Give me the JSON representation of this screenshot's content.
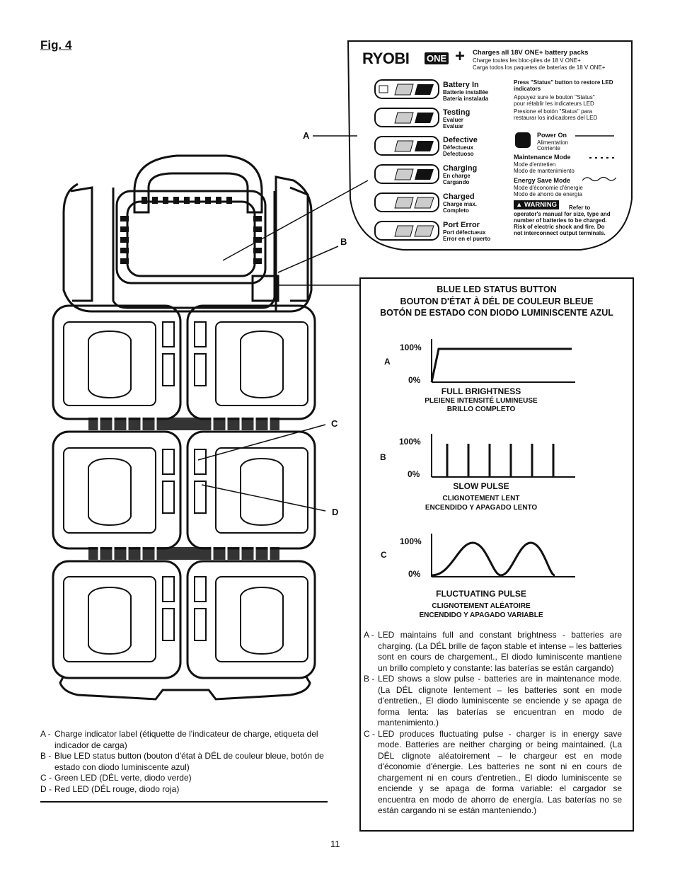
{
  "figure": {
    "title": "Fig. 4"
  },
  "callouts": {
    "a": "A",
    "b": "B",
    "c": "C",
    "d": "D"
  },
  "label": {
    "brand": "RYOBI",
    "one_plus": "ONE",
    "charges_en": "Charges all 18V ONE+ battery packs",
    "charges_fr": "Charge toutes les bloc-piles de 18 V ONE+",
    "charges_es": "Carga todos los paquetes de baterías de 18 V ONE+",
    "states": [
      {
        "en": "Battery In",
        "fr": "Batterie installée",
        "es": "Batería instalada"
      },
      {
        "en": "Testing",
        "fr": "Evaluer",
        "es": "Evaluar"
      },
      {
        "en": "Defective",
        "fr": "Défectueux",
        "es": "Defectuoso"
      },
      {
        "en": "Charging",
        "fr": "En charge",
        "es": "Cargando"
      },
      {
        "en": "Charged",
        "fr": "Charge max.",
        "es": "Completo"
      },
      {
        "en": "Port Error",
        "fr": "Port défectueux",
        "es": "Error en el puerto"
      }
    ],
    "status_en": "Press \"Status\" button to restore LED indicators",
    "status_fr": "Appuyez sure le bouton \"Status\" pour rétablir les indicateurs LED",
    "status_es": "Presione el botón \"Status\" para restaurar los indicadores del LED",
    "power_on": "Power On",
    "power_on_fr": "Alimentation",
    "power_on_es": "Corriente",
    "maintenance": "Maintenance Mode",
    "maintenance_fr": "Mode d'entretien",
    "maintenance_es": "Modo de mantenimiento",
    "energy": "Energy Save Mode",
    "energy_fr": "Mode d'économie d'énergie",
    "energy_es": "Modo de ahorro de energía",
    "warning": "WARNING",
    "warning_text": "Refer to operator's manual for size, type and number of batteries to be charged. Risk of electric shock and fire. Do not interconnect output terminals."
  },
  "led_box": {
    "title_en": "BLUE LED STATUS BUTTON",
    "title_fr": "BOUTON D'ÉTAT À DÉL DE COULEUR BLEUE",
    "title_es": "BOTÓN DE ESTADO  CON DIODO LUMINISCENTE AZUL",
    "pct_high": "100%",
    "pct_low": "0%",
    "graphs": [
      {
        "letter": "A",
        "en": "FULL BRIGHTNESS",
        "fr": "PLEIENE INTENSITÉ LUMINEUSE",
        "es": "BRILLO COMPLETO"
      },
      {
        "letter": "B",
        "en": "SLOW PULSE",
        "fr": "CLIGNOTEMENT LENT",
        "es": "ENCENDIDO Y APAGADO LENTO"
      },
      {
        "letter": "C",
        "en": "FLUCTUATING PULSE",
        "fr": "CLIGNOTEMENT ALÉATOIRE",
        "es": "ENCENDIDO Y APAGADO VARIABLE"
      }
    ],
    "descriptions": [
      {
        "key": "A -",
        "text": "LED maintains full and constant brightness - batteries are charging. (La DÉL brille de façon stable et intense – les batteries sont en cours de chargement., El diodo luminiscente mantiene un brillo completo y constante: las baterías se están cargando)"
      },
      {
        "key": "B -",
        "text": "LED shows a slow pulse - batteries are in maintenance mode. (La DÉL clignote lentement – les batteries sont en mode d'entretien., El diodo luminiscente se enciende y se apaga de forma lenta: las baterías se encuentran en modo de mantenimiento.)"
      },
      {
        "key": "C -",
        "text": "LED produces fluctuating pulse - charger is in energy save mode. Batteries are neither charging or being maintained. (La DÉL clignote aléatoirement – le chargeur est en mode d'économie d'énergie. Les batteries ne sont ni en cours de chargement ni en cours d'entretien., El diodo luminiscente se enciende y se apaga de forma variable: el cargador se encuentra en modo de ahorro de energía. Las baterías no se están cargando ni se están manteniendo.)"
      }
    ]
  },
  "legend": [
    {
      "key": "A -",
      "text": "Charge indicator label (étiquette de l'indicateur de charge, etiqueta del indicador de carga)"
    },
    {
      "key": "B -",
      "text": "Blue LED status button (bouton d'état à DÉL de couleur bleue, botón de estado con diodo luminiscente azul)"
    },
    {
      "key": "C -",
      "text": "Green LED (DÉL verte, diodo verde)"
    },
    {
      "key": "D -",
      "text": "Red LED (DÉL rouge, diodo roja)"
    }
  ],
  "page_number": "11"
}
